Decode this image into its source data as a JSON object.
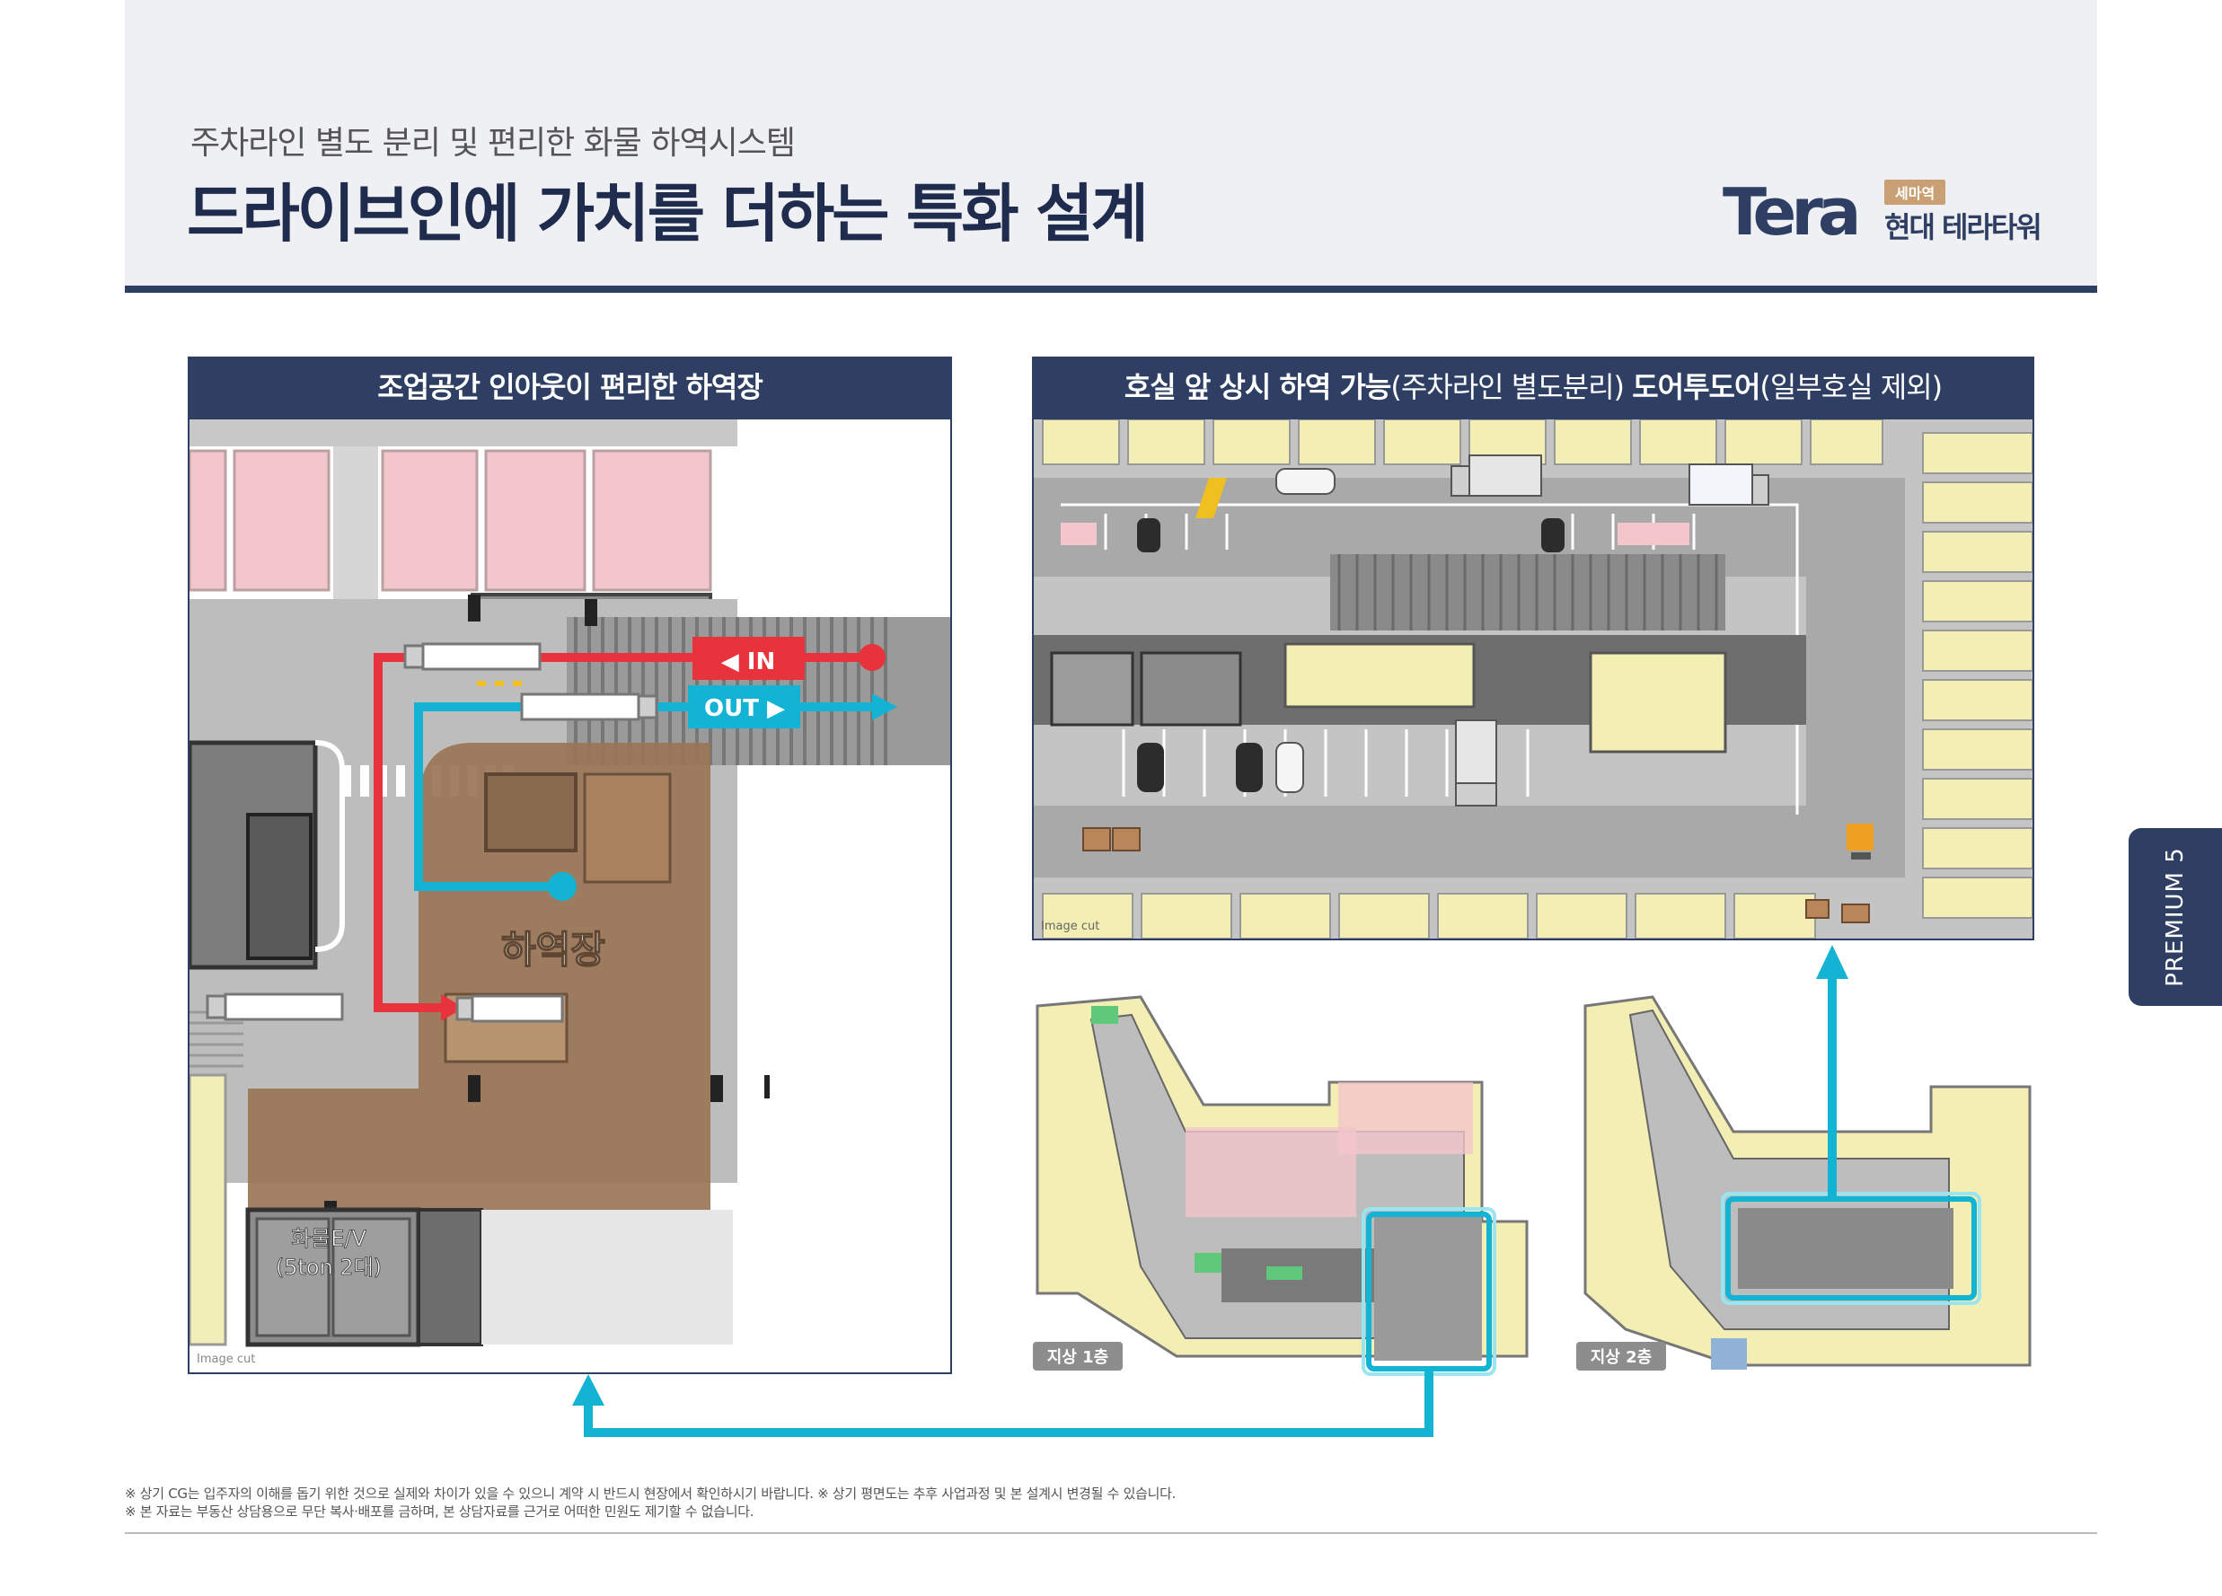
{
  "header": {
    "subtitle": "주차라인 별도 분리 및 편리한 화물 하역시스템",
    "title": "드라이브인에 가치를 더하는 특화 설계"
  },
  "logo": {
    "mark": "Tera",
    "badge": "세마역",
    "name": "현대 테라타워"
  },
  "left_panel": {
    "heading": "조업공간 인아웃이 편리한 하역장",
    "in_label": "◀ IN",
    "out_label": "OUT ▶",
    "dock_label": "하역장",
    "elevator_line1": "화물E/V",
    "elevator_line2": "(5ton 2대)",
    "image_note": "Image cut"
  },
  "right_panel": {
    "heading_bold1": "호실 앞 상시 하역 가능",
    "heading_light1": "(주차라인 별도분리) ",
    "heading_bold2": "도어투도어",
    "heading_light2": "(일부호실 제외)",
    "image_note": "Image cut"
  },
  "floor_plans": {
    "floor1_label": "지상 1층",
    "floor2_label": "지상 2층"
  },
  "side_tab": {
    "label": "PREMIUM 5"
  },
  "footnotes": {
    "line1": "※ 상기 CG는 입주자의 이해를 돕기 위한 것으로 실제와 차이가 있을 수 있으니 계약 시 반드시 현장에서 확인하시기 바랍니다. ※ 상기 평면도는 추후 사업과정 및 본 설계시 변경될 수 있습니다.",
    "line2": "※ 본 자료는 부동산 상담용으로 무단 복사·배포를 금하며, 본 상담자료를 근거로 어떠한 민원도 제기할 수 없습니다."
  },
  "colors": {
    "navy": "#2e3f63",
    "in_red": "#e8323c",
    "out_cyan": "#12b3d3",
    "dock_brown": "#9a7557",
    "unit_yellow": "#f3eeb3",
    "unit_pink": "#f3c6cb"
  }
}
